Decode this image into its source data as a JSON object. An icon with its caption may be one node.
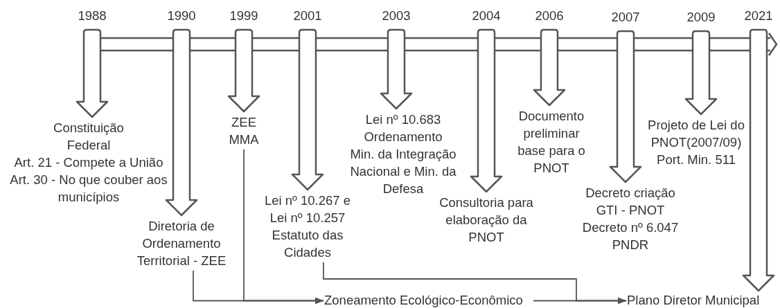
{
  "diagram": {
    "nodes": [
      {
        "text": [
          "1988"
        ]
      },
      {
        "text": [
          "Constituição Federal",
          "Art. 21 - Compete a União",
          "Art. 30 - No que couber aos municípios"
        ]
      },
      {
        "text": [
          "1990"
        ]
      },
      {
        "text": [
          "Diretoria de Ordenamento Territorial - ZEE"
        ]
      },
      {
        "text": [
          "1999"
        ]
      },
      {
        "text": [
          "ZEE",
          "MMA"
        ]
      },
      {
        "text": [
          "2001"
        ]
      },
      {
        "text": [
          "Lei nº 10.267 e Lei nº 10.257",
          "Estatuto das Cidades"
        ]
      },
      {
        "text": [
          "2003"
        ]
      },
      {
        "text": [
          "Lei nº 10.683",
          "Ordenamento",
          "Min. da Integração Nacional e Min. da Defesa"
        ]
      },
      {
        "text": [
          "2004"
        ]
      },
      {
        "text": [
          "Consultoria para elaboração da PNOT"
        ]
      },
      {
        "text": [
          "2006"
        ]
      },
      {
        "text": [
          "Documento preliminar base para o PNOT"
        ]
      },
      {
        "text": [
          "2007"
        ]
      },
      {
        "text": [
          "Decreto criação GTI - PNOT",
          "Decreto nº 6.047",
          "PNDR"
        ]
      },
      {
        "text": [
          "2009"
        ]
      },
      {
        "text": [
          "Projeto de Lei do PNOT(2007/09)",
          "Port. Min. 511"
        ]
      },
      {
        "text": [
          "2021"
        ]
      },
      {
        "text": [
          "Zoneamento Ecológico-Econômico"
        ]
      },
      {
        "text": [
          "Plano Diretor Municipal"
        ]
      }
    ],
    "edges": [
      {
        "from": 0,
        "to": 1,
        "arrow": "to",
        "style": "thick"
      },
      {
        "from": 2,
        "to": 3,
        "arrow": "to",
        "style": "thick"
      },
      {
        "from": 4,
        "to": 5,
        "arrow": "to",
        "style": "thick"
      },
      {
        "from": 6,
        "to": 7,
        "arrow": "to",
        "style": "thick"
      },
      {
        "from": 8,
        "to": 9,
        "arrow": "to",
        "style": "thick"
      },
      {
        "from": 10,
        "to": 11,
        "arrow": "to",
        "style": "thick"
      },
      {
        "from": 12,
        "to": 13,
        "arrow": "to",
        "style": "thick"
      },
      {
        "from": 14,
        "to": 15,
        "arrow": "to",
        "style": "thick"
      },
      {
        "from": 16,
        "to": 17,
        "arrow": "to",
        "style": "thick"
      },
      {
        "from": 18,
        "to": 20,
        "arrow": "to",
        "style": "thick"
      },
      {
        "from": 3,
        "to": 19,
        "arrow": "to"
      },
      {
        "from": 5,
        "to": 19,
        "arrow": "to"
      },
      {
        "from": 7,
        "to": 20,
        "arrow": "to"
      },
      {
        "from": 19,
        "to": 20,
        "arrow": "to"
      }
    ]
  }
}
